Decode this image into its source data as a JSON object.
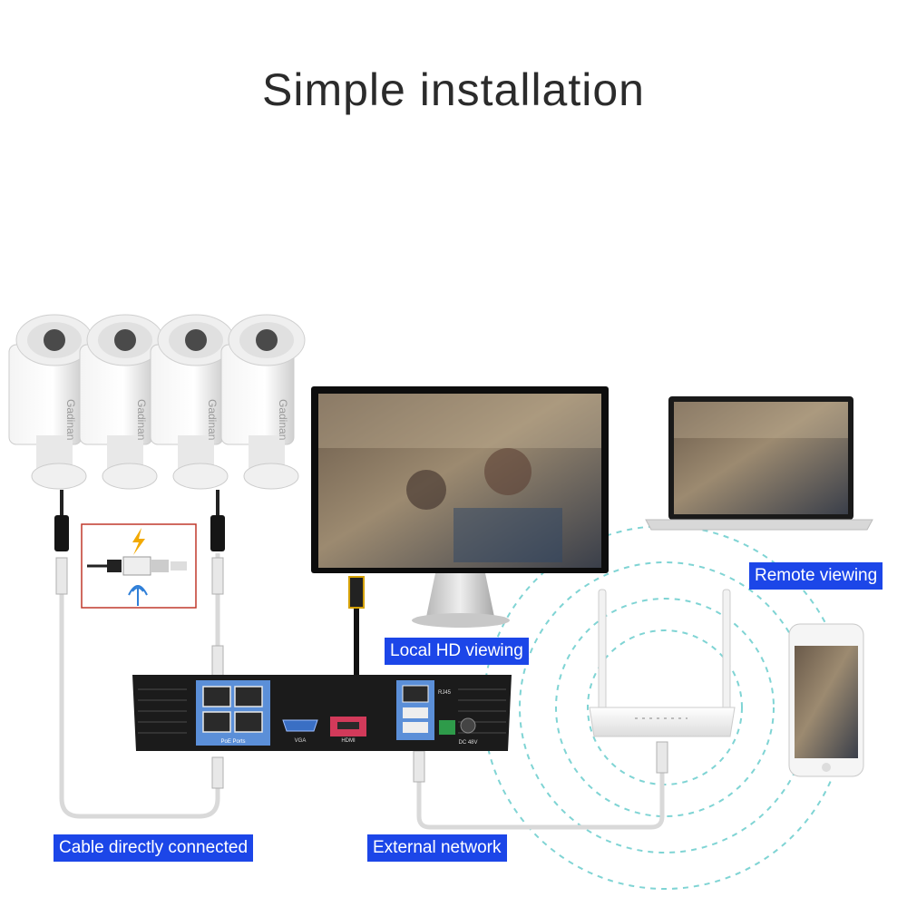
{
  "title": "Simple installation",
  "labels": {
    "cable": "Cable directly connected",
    "external": "External network",
    "local": "Local HD viewing",
    "remote": "Remote viewing"
  },
  "camera": {
    "brand": "Gadinan",
    "count": 4
  },
  "nvr": {
    "ports_label": "PoE Ports",
    "vga_label": "VGA",
    "hdmi_label": "HDMI",
    "rj45_label": "RJ45",
    "power_label": "DC 48V"
  },
  "colors": {
    "label_bg": "#1c46e8",
    "nvr_body": "#1b1b1b",
    "port_panel": "#5b8fd8",
    "wifi_rings": "#7fd4d4",
    "power_bolt": "#f2a900",
    "antenna": "#2f7fd8"
  },
  "icons": [
    "power-bolt-icon",
    "wifi-antenna-icon",
    "rj45-plug-icon"
  ]
}
